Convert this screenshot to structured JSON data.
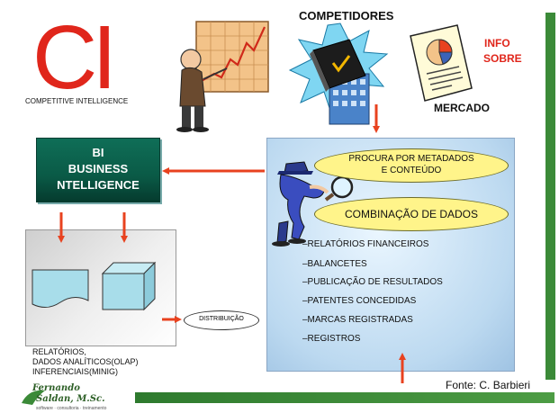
{
  "logo": {
    "big_letters": "CI",
    "subtitle": "COMPETITIVE INTELLIGENCE",
    "line1": "Fernando",
    "line2": "Saldan, M.Sc.",
    "tag": "software · consultoria · treinamento"
  },
  "top_labels": {
    "competitors": "COMPETIDORES",
    "info_line1": "INFO",
    "info_line2": "SOBRE",
    "market": "MERCADO"
  },
  "bi_box": {
    "line1": "BI",
    "line2": "BUSINESS",
    "line3": "NTELLIGENCE"
  },
  "panel": {
    "search": {
      "line1": "PROCURA POR METADADOS",
      "line2": "E    CONTEÚDO"
    },
    "combination": "COMBINAÇÃO  DE DADOS",
    "items": [
      "–RELATÓRIOS FINANCEIROS",
      "–BALANCETES",
      "–PUBLICAÇÃO DE RESULTADOS",
      "–PATENTES CONCEDIDAS",
      "–MARCAS  REGISTRADAS",
      "–REGISTROS"
    ]
  },
  "distribution": "DISTRIBUIÇÃO",
  "reports": {
    "line1": "RELATÓRIOS,",
    "line2": "DADOS ANALÍTICOS(OLAP)",
    "line3": "INFERENCIAIS(MINIG)"
  },
  "source": "Fonte: C. Barbieri",
  "colors": {
    "accent_red": "#e0261b",
    "arrow": "#e8421f",
    "bi_green": "#0f6e57",
    "highlight_yellow": "#fff48a",
    "panel_blue": "#bcd9f0",
    "brand_green": "#3b8a38"
  },
  "icons": [
    "presenter-figure-icon",
    "book-building-icon",
    "pie-chart-report-icon",
    "detective-magnifier-icon",
    "document-shape-icon",
    "cube-shape-icon"
  ]
}
